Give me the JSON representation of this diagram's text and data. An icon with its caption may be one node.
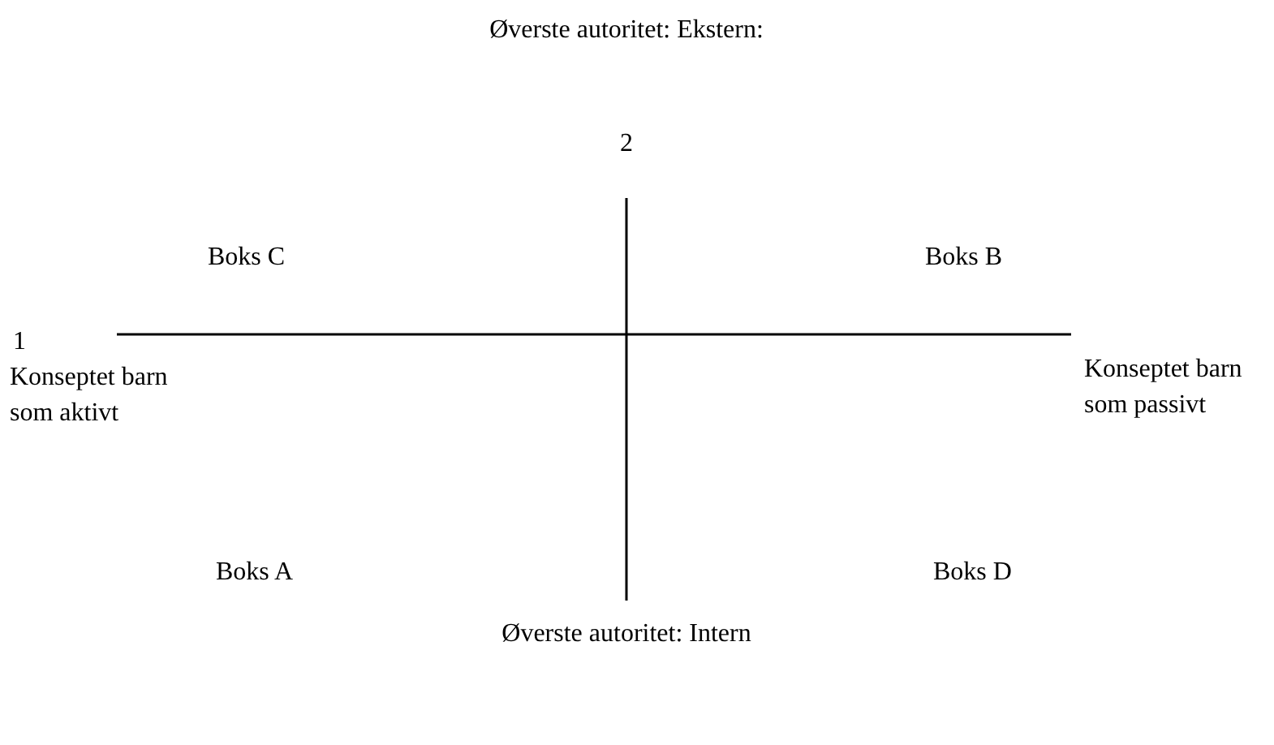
{
  "diagram": {
    "labels": [
      "Øverste autoritet: Ekstern:",
      "2",
      "Boks C",
      "Boks B",
      "1",
      "Konseptet barn som aktivt",
      "Konseptet barn som passivt",
      "Boks A",
      "Boks D",
      "Øverste autoritet: Intern"
    ]
  }
}
